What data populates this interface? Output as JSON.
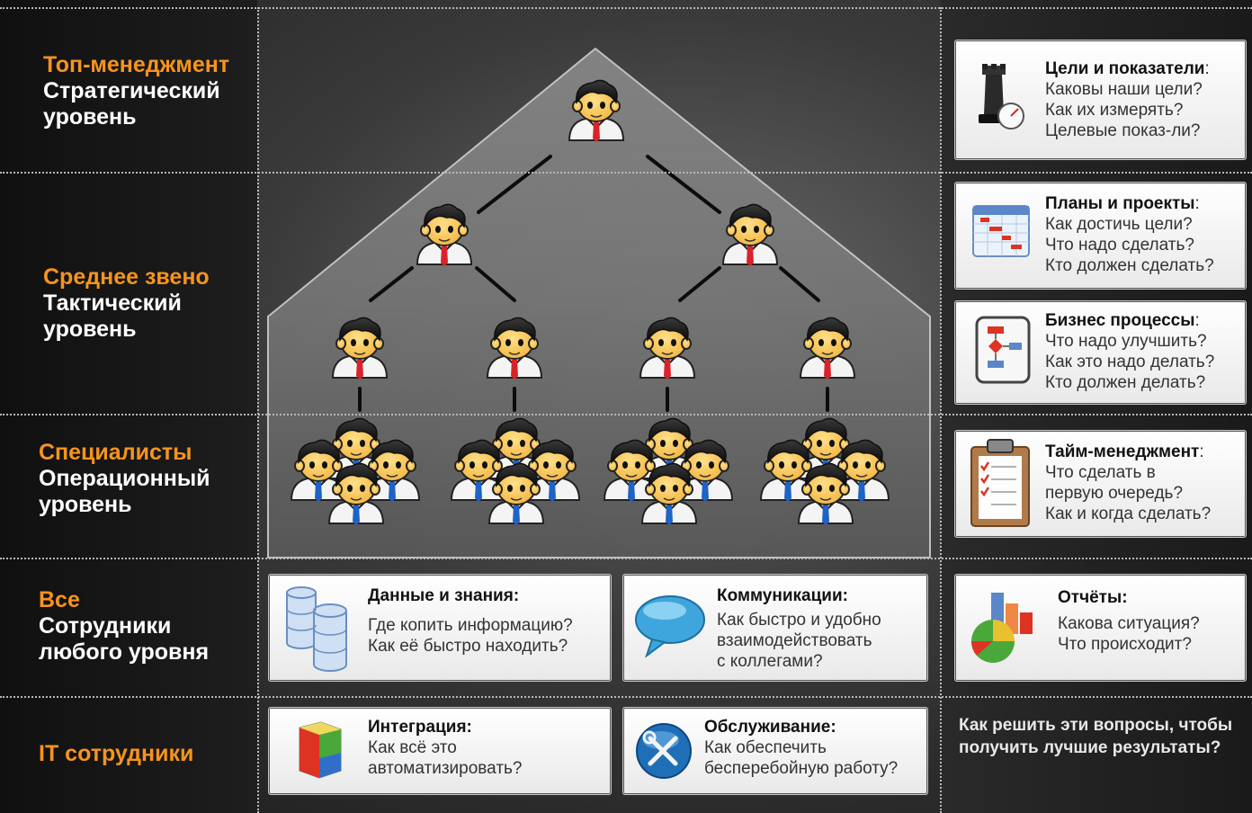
{
  "levels": [
    {
      "category": "Топ-менеджмент",
      "line1": "Стратегический",
      "line2": "уровень"
    },
    {
      "category": "Среднее звено",
      "line1": "Тактический",
      "line2": "уровень"
    },
    {
      "category": "Специалисты",
      "line1": "Операционный",
      "line2": "уровень"
    },
    {
      "category": "Все",
      "line1": "Сотрудники",
      "line2": "любого уровня"
    },
    {
      "category": "IT сотрудники"
    }
  ],
  "right_cards": [
    {
      "title": "Цели и показатели",
      "suffix": ":",
      "lines": [
        "Каковы наши цели?",
        "Как их измерять?",
        "Целевые показ-ли?"
      ],
      "icon": "chess-rook-gauge-icon"
    },
    {
      "title": "Планы и проекты",
      "suffix": ":",
      "lines": [
        "Как достичь цели?",
        "Что надо сделать?",
        "Кто должен сделать?"
      ],
      "icon": "gantt-calendar-icon"
    },
    {
      "title": "Бизнес процессы",
      "suffix": ":",
      "lines": [
        "Что надо улучшить?",
        "Как это надо делать?",
        "Кто должен делать?"
      ],
      "icon": "process-flowchart-icon"
    },
    {
      "title": "Тайм-менеджмент",
      "suffix": ":",
      "lines": [
        "Что сделать в",
        "первую очередь?",
        "Как и когда сделать?"
      ],
      "icon": "clipboard-checklist-icon"
    },
    {
      "title": "Отчёты:",
      "lines": [
        "Какова ситуация?",
        "Что происходит?"
      ],
      "icon": "pie-bar-chart-icon"
    }
  ],
  "bottom_cards": [
    {
      "title": "Данные и знания:",
      "lines": [
        "Где копить информацию?",
        "Как её быстро находить?"
      ],
      "icon": "database-icon"
    },
    {
      "title": "Коммуникации:",
      "lines": [
        "Как быстро и удобно",
        "взаимодействовать",
        "с коллегами?"
      ],
      "icon": "speech-bubble-icon"
    },
    {
      "title": "Интеграция:",
      "lines": [
        "Как всё это",
        "автоматизировать?"
      ],
      "icon": "puzzle-cube-icon"
    },
    {
      "title": "Обслуживание:",
      "lines": [
        "Как обеспечить",
        "бесперебойную работу?"
      ],
      "icon": "wrench-screwdriver-icon"
    }
  ],
  "closing": "Как решить эти вопросы, чтобы получить лучшие результаты?",
  "colors": {
    "accent": "#f7941d",
    "tie": "#d9232a",
    "tie_ops": "#1e63c6"
  },
  "icons": {
    "pyramid": "org-hierarchy-pyramid-icon",
    "person": "manager-person-icon",
    "group": "employee-group-icon"
  }
}
